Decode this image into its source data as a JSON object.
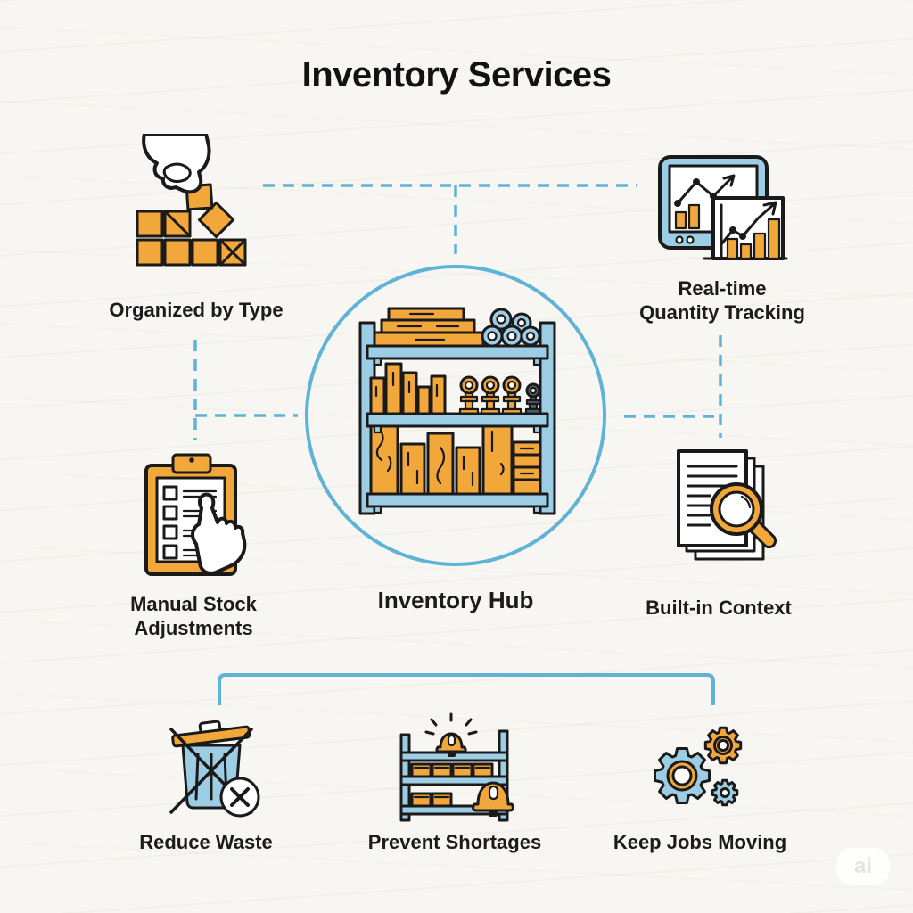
{
  "title": "Inventory Services",
  "hub": {
    "label": "Inventory Hub",
    "icon": "inventory-shelf-icon"
  },
  "nodes": {
    "organized": {
      "label": "Organized by Type",
      "icon": "hand-sorting-blocks-icon"
    },
    "tracking": {
      "line1": "Real-time",
      "line2": "Quantity Tracking",
      "icon": "tablet-charts-icon"
    },
    "manual": {
      "line1": "Manual Stock",
      "line2": "Adjustments",
      "icon": "clipboard-checklist-icon"
    },
    "context": {
      "label": "Built-in Context",
      "icon": "documents-magnifier-icon"
    },
    "waste": {
      "label": "Reduce Waste",
      "icon": "no-trash-icon"
    },
    "shortages": {
      "label": "Prevent Shortages",
      "icon": "shelf-alert-bells-icon"
    },
    "jobs": {
      "label": "Keep Jobs Moving",
      "icon": "gears-icon"
    }
  },
  "watermark": {
    "text": "ai"
  },
  "colors": {
    "accent-blue": "#5FB3D6",
    "fill-blue": "#9CCDE4",
    "orange": "#F2A73B",
    "ink": "#1A1A1A",
    "background": "#F7F6F2",
    "text": "#1B1B1B"
  }
}
